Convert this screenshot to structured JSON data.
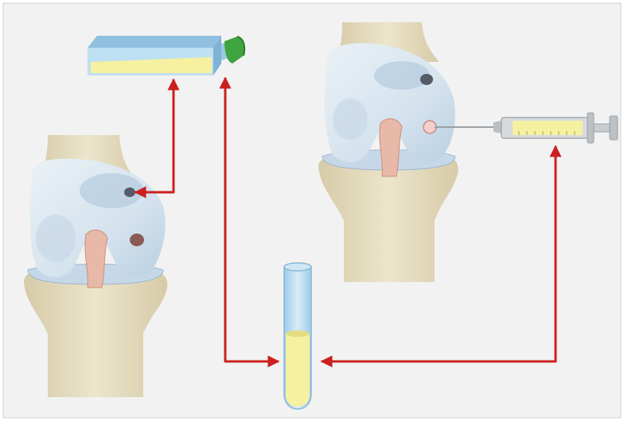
{
  "diagram": {
    "colors": {
      "background": "#f2f2f2",
      "bone": "#e9e1c6",
      "bone_shadow": "#cfc4a0",
      "cartilage": "#dbe7ef",
      "cartilage_shade": "#9fbbd6",
      "ligament": "#e8b8a8",
      "defect": "#8a5a55",
      "flask_blue": "#8fc0e0",
      "flask_cap": "#3fa33f",
      "culture_medium": "#f6f1a0",
      "syringe_body": "#cfd3d6",
      "tube_glass": "#bcdcf2",
      "arrow": "#cc1f1f"
    },
    "elements": [
      "knee-joint-with-cartilage-defect",
      "cell-culture-flask",
      "test-tube-with-cells",
      "syringe-with-cell-suspension",
      "knee-joint-injection-site"
    ]
  }
}
